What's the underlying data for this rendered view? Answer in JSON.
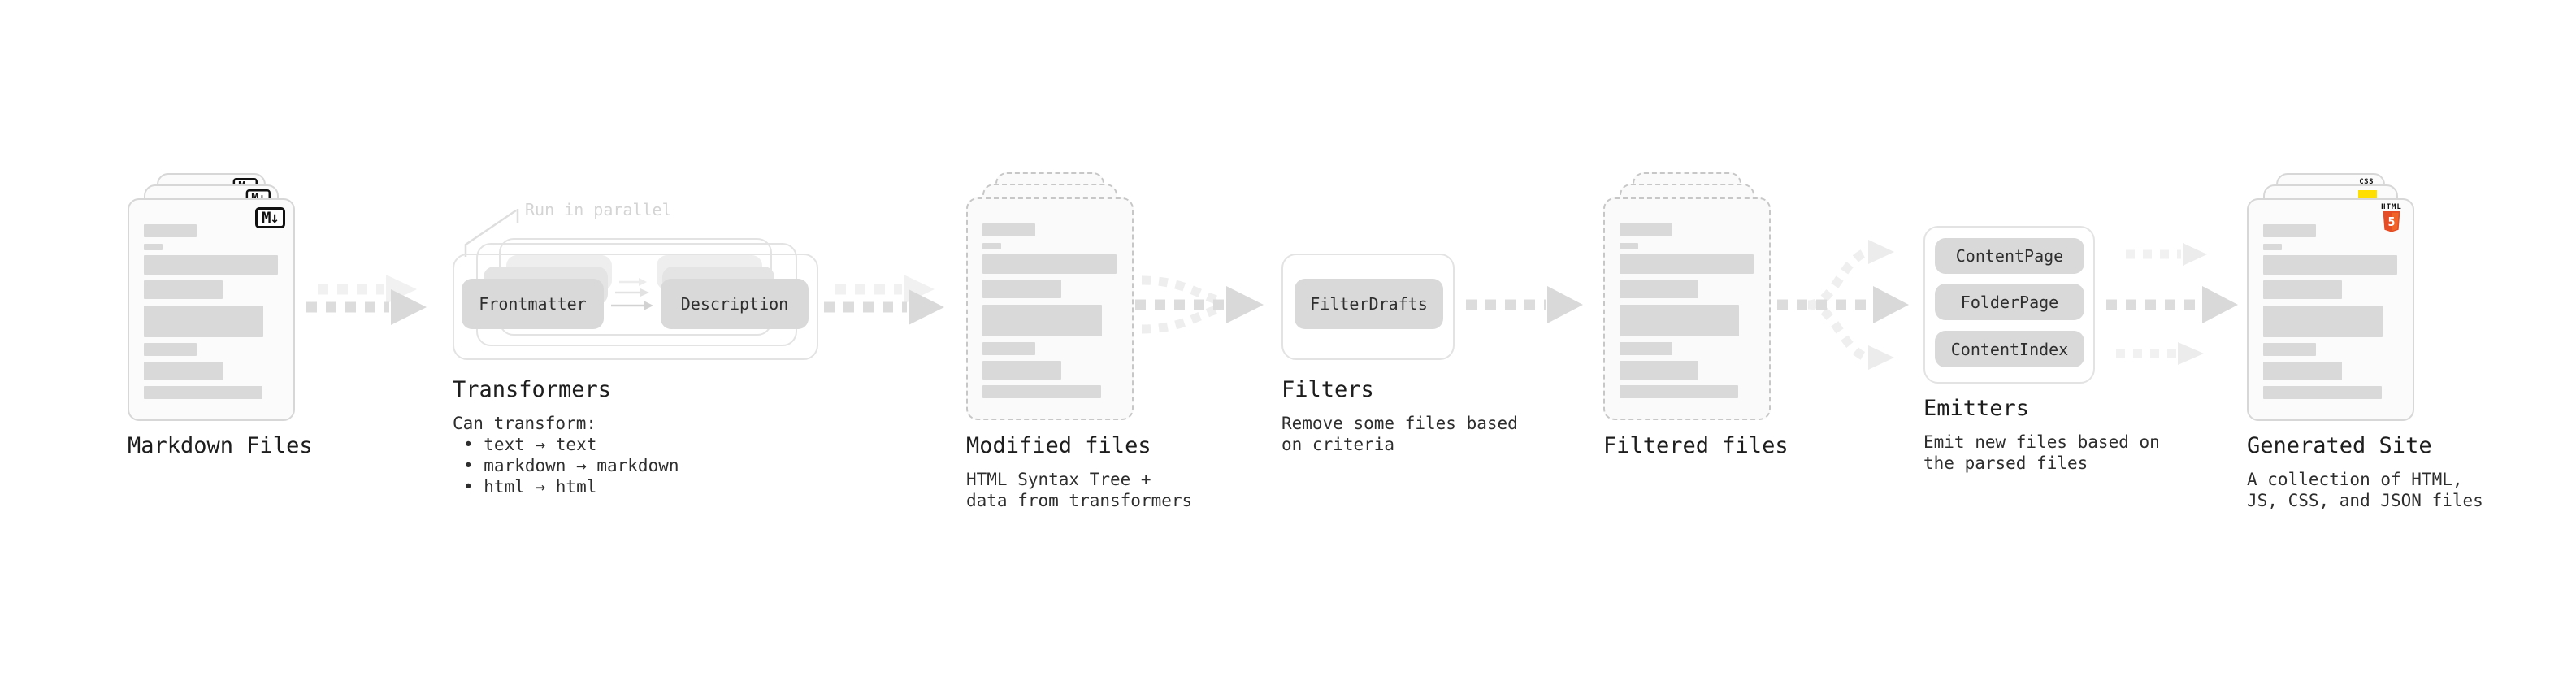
{
  "colors": {
    "background": "#ffffff",
    "placeholder_gray": "#d9d9d9",
    "arrow_gray": "#d9d9d9",
    "arrow_light": "#efefef",
    "html5_orange": "#e44d26",
    "js_yellow": "#ffdf00",
    "css_blue": "#2962f5"
  },
  "markdown": {
    "title": "Markdown Files",
    "icon": "M↓"
  },
  "transformers": {
    "title": "Transformers",
    "callout": "Run in parallel",
    "btn_frontmatter": "Frontmatter",
    "btn_description": "Description",
    "desc_intro": "Can transform:",
    "bullets": [
      "• text → text",
      "• markdown → markdown",
      "• html → html"
    ]
  },
  "modified": {
    "title": "Modified files",
    "desc1": "HTML Syntax Tree +",
    "desc2": "data from transformers"
  },
  "filters": {
    "title": "Filters",
    "btn": "FilterDrafts",
    "desc1": "Remove some files based",
    "desc2": "on criteria"
  },
  "filtered": {
    "title": "Filtered files"
  },
  "emitters": {
    "title": "Emitters",
    "buttons": [
      "ContentPage",
      "FolderPage",
      "ContentIndex"
    ],
    "desc1": "Emit new files based on",
    "desc2": "the parsed files"
  },
  "site": {
    "title": "Generated Site",
    "desc1": "A collection of HTML,",
    "desc2": "JS, CSS, and JSON files",
    "icon_html_label": "HTML",
    "icon_html_number": "5",
    "icon_css": "CSS"
  }
}
